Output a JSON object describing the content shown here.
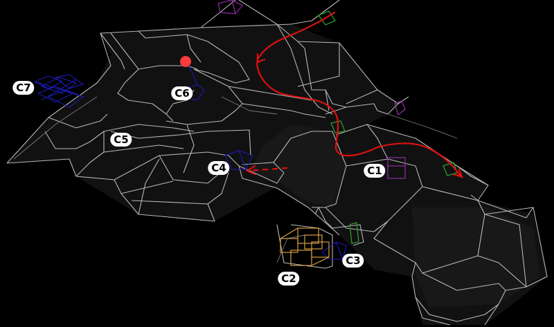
{
  "cameras": [
    {
      "id": "c1",
      "label": "C1"
    },
    {
      "id": "c2",
      "label": "C2"
    },
    {
      "id": "c3",
      "label": "C3"
    },
    {
      "id": "c4",
      "label": "C4"
    },
    {
      "id": "c5",
      "label": "C5"
    },
    {
      "id": "c6",
      "label": "C6"
    },
    {
      "id": "c7",
      "label": "C7"
    }
  ],
  "colors": {
    "background": "#000000",
    "wireframe": "#b9b9b9",
    "trajectory": "#e01010",
    "camera_blue": "#1a1aa8",
    "camera_purple": "#8a2aa0",
    "camera_green": "#2f9a2f",
    "camera_orange": "#d8a040",
    "marker_dot": "#ff3b3b"
  }
}
